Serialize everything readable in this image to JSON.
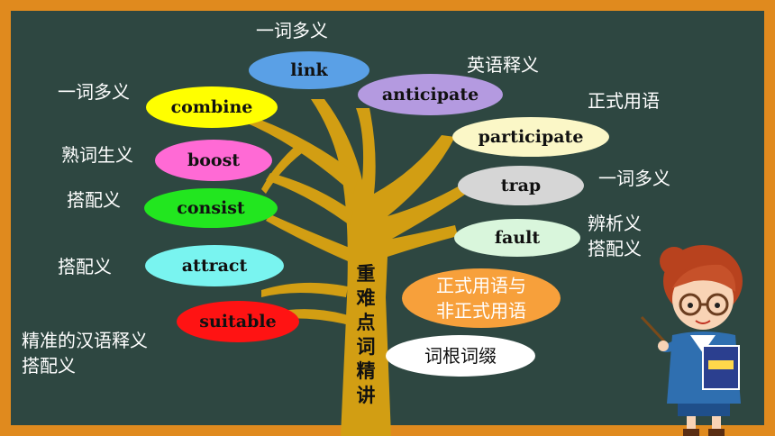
{
  "vertical_title": [
    "重",
    "难",
    "点",
    "词",
    "精",
    "讲"
  ],
  "words": {
    "link": "link",
    "anticipate": "anticipate",
    "combine": "combine",
    "participate": "participate",
    "boost": "boost",
    "trap": "trap",
    "consist": "consist",
    "fault": "fault",
    "attract": "attract",
    "suitable": "suitable"
  },
  "notes": {
    "link": "一词多义",
    "anticipate": "英语释义",
    "combine": "一词多义",
    "participate": "正式用语",
    "boost": "熟词生义",
    "trap": "一词多义",
    "consist": "搭配义",
    "fault": "辨析义\n搭配义",
    "attract": "搭配义",
    "suitable": "精准的汉语释义\n搭配义"
  },
  "extra_ovals": {
    "formal": "正式用语与\n非正式用语",
    "roots": "词根词缀"
  },
  "colors": {
    "board": "#2e4741",
    "frame": "#e08a1e",
    "trunk": "#d29e13",
    "link": "#5aa0e6",
    "anticipate": "#b49ae0",
    "combine": "#ffff00",
    "participate": "#fbf7c7",
    "boost": "#ff6ad5",
    "trap": "#d6d6d6",
    "consist": "#22e61f",
    "fault": "#d9f6dc",
    "attract": "#79f4f0",
    "suitable": "#ff1313",
    "formal": "#f7a03b",
    "roots": "#ffffff"
  }
}
